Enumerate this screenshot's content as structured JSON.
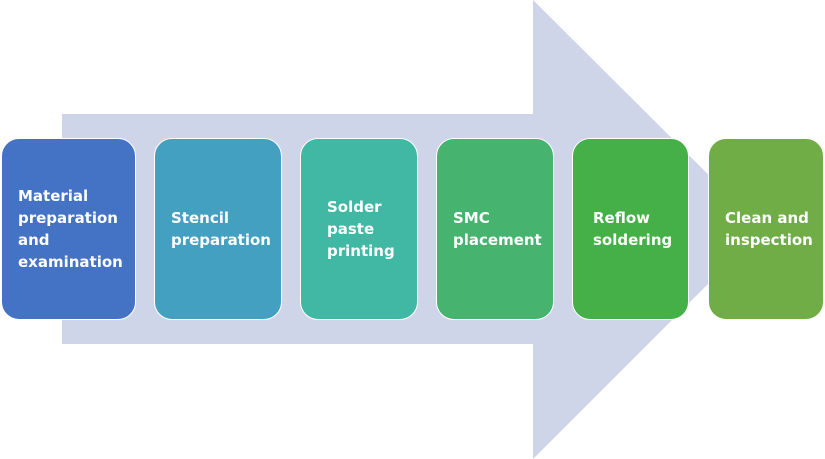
{
  "diagram": {
    "type": "process-flow",
    "arrow_color": "#cfd5e8",
    "steps": [
      {
        "label": "Material preparation and examination",
        "color": "#4472c4"
      },
      {
        "label": "Stencil preparation",
        "color": "#43a0c0"
      },
      {
        "label": "Solder paste printing",
        "color": "#40b8a4"
      },
      {
        "label": "SMC placement",
        "color": "#46b46e"
      },
      {
        "label": "Reflow soldering",
        "color": "#44b047"
      },
      {
        "label": "Clean and inspection",
        "color": "#70ad47"
      }
    ]
  }
}
